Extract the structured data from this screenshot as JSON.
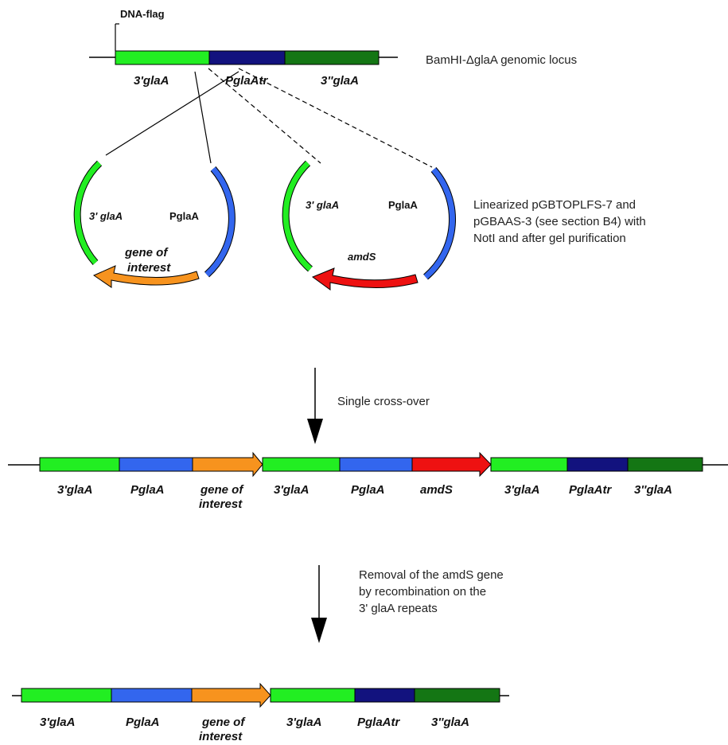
{
  "colors": {
    "light_green": "#22ee22",
    "dark_blue": "#12127e",
    "dark_green": "#147614",
    "medium_blue": "#3366ee",
    "orange": "#f7931e",
    "red": "#ee1111"
  },
  "top_locus": {
    "flag_label": "DNA-flag",
    "segments": [
      "3'glaA",
      "PglaAtr",
      "3''glaA"
    ],
    "description": "BamHI-ΔglaA genomic locus"
  },
  "plasmids": {
    "left": {
      "top_left_label": "3' glaA",
      "top_right_label": "PglaA",
      "arrow_label_line1": "gene of",
      "arrow_label_line2": "interest"
    },
    "right": {
      "top_left_label": "3' glaA",
      "top_right_label": "PglaA",
      "arrow_label": "amdS"
    },
    "description_lines": [
      "Linearized pGBTOPLFS-7 and",
      "pGBAAS-3 (see section B4) with",
      "NotI and after gel purification"
    ]
  },
  "step1": {
    "label": "Single cross-over"
  },
  "middle_construct": {
    "segments": [
      "3'glaA",
      "PglaA",
      "gene of interest",
      "3'glaA",
      "PglaA",
      "amdS",
      "3'glaA",
      "PglaAtr",
      "3''glaA"
    ]
  },
  "step2": {
    "label_lines": [
      "Removal of the amdS gene",
      "by recombination on the",
      "3' glaA repeats"
    ]
  },
  "final_construct": {
    "segments": [
      "3'glaA",
      "PglaA",
      "gene of interest",
      "3'glaA",
      "PglaAtr",
      "3''glaA"
    ]
  }
}
